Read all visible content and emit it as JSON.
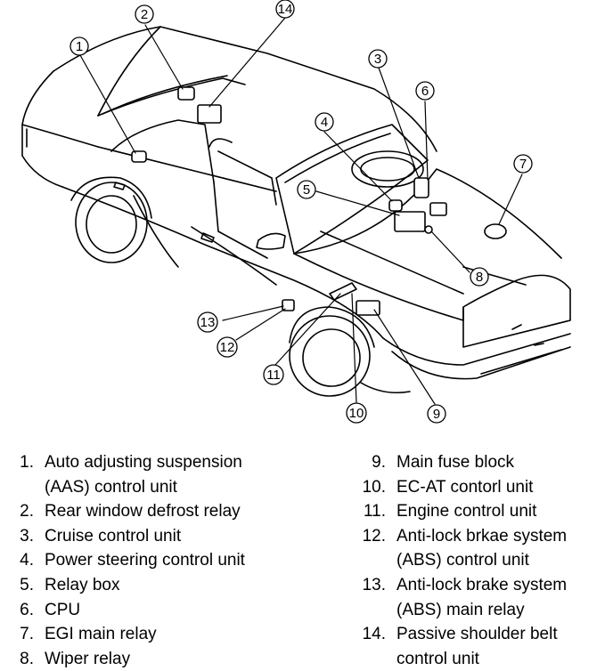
{
  "callouts": [
    "1",
    "2",
    "3",
    "4",
    "5",
    "6",
    "7",
    "8",
    "9",
    "10",
    "11",
    "12",
    "13",
    "14"
  ],
  "legend": {
    "left": [
      {
        "num": "1.",
        "text": "Auto adjusting suspension\n(AAS) control unit"
      },
      {
        "num": "2.",
        "text": "Rear window defrost relay"
      },
      {
        "num": "3.",
        "text": "Cruise control unit"
      },
      {
        "num": "4.",
        "text": "Power steering control unit"
      },
      {
        "num": "5.",
        "text": "Relay box"
      },
      {
        "num": "6.",
        "text": "CPU"
      },
      {
        "num": "7.",
        "text": "EGI main relay"
      },
      {
        "num": "8.",
        "text": "Wiper relay"
      }
    ],
    "right": [
      {
        "num": "9.",
        "text": "Main fuse block"
      },
      {
        "num": "10.",
        "text": "EC-AT contorl unit"
      },
      {
        "num": "11.",
        "text": "Engine control unit"
      },
      {
        "num": "12.",
        "text": "Anti-lock brkae system\n(ABS) control unit"
      },
      {
        "num": "13.",
        "text": "Anti-lock brake system\n(ABS) main relay"
      },
      {
        "num": "14.",
        "text": "Passive shoulder belt\ncontrol unit"
      }
    ]
  }
}
